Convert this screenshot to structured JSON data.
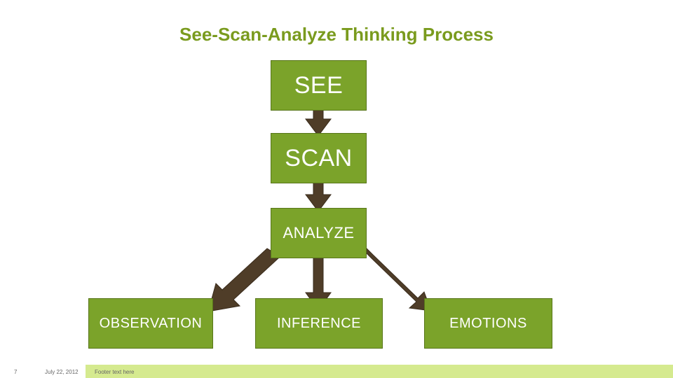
{
  "title": "See-Scan-Analyze Thinking Process",
  "nodes": {
    "see": "SEE",
    "scan": "SCAN",
    "analyze": "ANALYZE",
    "observation": "OBSERVATION",
    "inference": "INFERENCE",
    "emotions": "EMOTIONS"
  },
  "footer": {
    "slide_number": "7",
    "date": "July 22, 2012",
    "text": "Footer text here"
  },
  "colors": {
    "title": "#7a9b1e",
    "box_fill": "#7ba32a",
    "arrow": "#4f3d28",
    "footer_band": "#d5ea8f"
  }
}
